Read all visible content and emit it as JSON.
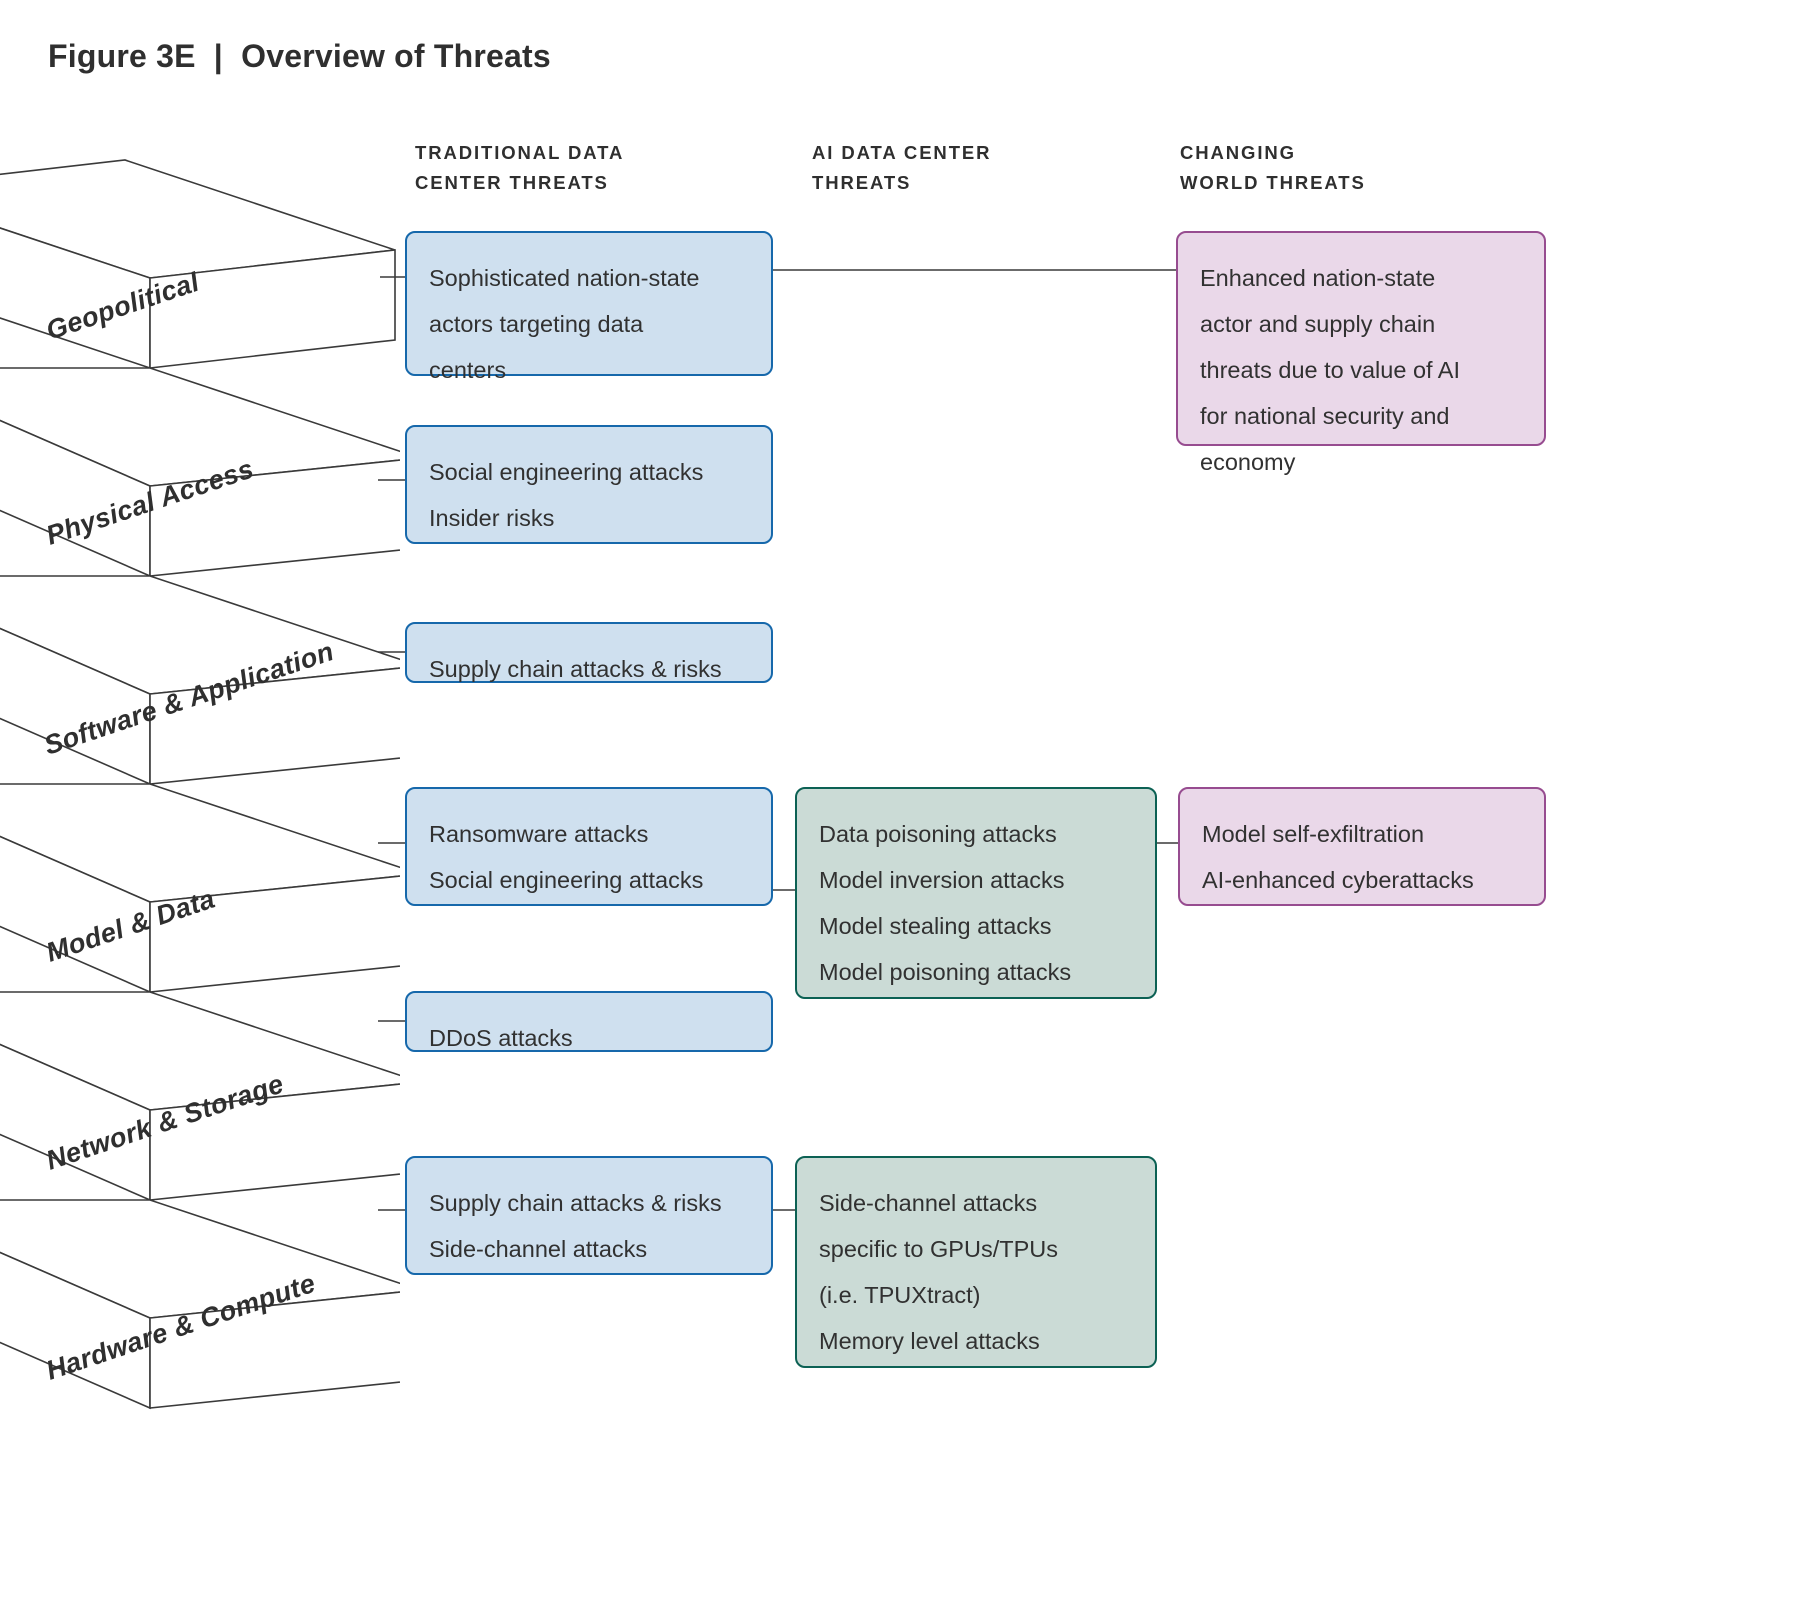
{
  "figure": {
    "title": "Figure 3E  |  Overview of Threats"
  },
  "columns": [
    {
      "id": "traditional",
      "label": "TRADITIONAL DATA\nCENTER THREATS"
    },
    {
      "id": "ai",
      "label": "AI DATA CENTER\nTHREATS"
    },
    {
      "id": "changing",
      "label": "CHANGING\nWORLD THREATS"
    }
  ],
  "layers": [
    {
      "id": "geopolitical",
      "label": "Geopolitical"
    },
    {
      "id": "physical-access",
      "label": "Physical Access"
    },
    {
      "id": "software-application",
      "label": "Software & Application"
    },
    {
      "id": "model-data",
      "label": "Model & Data"
    },
    {
      "id": "network-storage",
      "label": "Network & Storage"
    },
    {
      "id": "hardware-compute",
      "label": "Hardware & Compute"
    }
  ],
  "boxes": {
    "geopolitical_traditional": {
      "lines": [
        "Sophisticated nation-state\nactors targeting data\ncenters"
      ]
    },
    "geopolitical_changing": {
      "lines": [
        "Enhanced nation-state\nactor and supply chain\nthreats due to value of AI\nfor national security and\neconomy"
      ]
    },
    "physical_traditional": {
      "lines": [
        "Social engineering attacks",
        "Insider risks"
      ]
    },
    "software_traditional": {
      "lines": [
        "Supply chain attacks & risks"
      ]
    },
    "model_traditional": {
      "lines": [
        "Ransomware attacks",
        "Social engineering attacks"
      ]
    },
    "model_ai": {
      "lines": [
        "Data poisoning attacks",
        "Model inversion attacks",
        "Model stealing attacks",
        "Model poisoning attacks"
      ]
    },
    "model_changing": {
      "lines": [
        "Model self-exfiltration",
        "AI-enhanced cyberattacks"
      ]
    },
    "network_traditional": {
      "lines": [
        "DDoS attacks"
      ]
    },
    "hardware_traditional": {
      "lines": [
        "Supply chain attacks & risks",
        "Side-channel attacks"
      ]
    },
    "hardware_ai": {
      "lines": [
        "Side-channel attacks\nspecific to GPUs/TPUs\n(i.e. TPUXtract)",
        "Memory level attacks"
      ]
    }
  },
  "colors": {
    "traditional_fill": "#cfe0ef",
    "traditional_border": "#1668ab",
    "ai_fill": "#cbdbd6",
    "ai_border": "#0c6154",
    "changing_fill": "#ead8e9",
    "changing_border": "#974c90",
    "stroke": "#3a3a3a",
    "text": "#2f2f2f"
  }
}
